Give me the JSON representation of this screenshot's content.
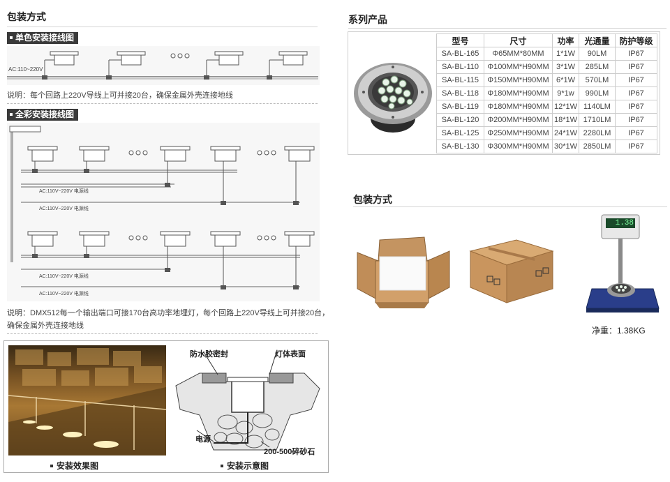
{
  "left": {
    "packing_title": "包装方式",
    "mono_heading": "单色安装接线图",
    "mono_ac_label": "AC:110~220V",
    "mono_note": "说明：每个回路上220V导线上可并接20台，确保金属外壳连接地线",
    "full_heading": "全彩安装接线图",
    "full_ac_label_1": "AC:110V~220V 电源线",
    "full_ac_label_2": "AC:110V~220V 电源线",
    "full_ac_label_3": "AC:110V~220V 电源线",
    "full_ac_label_4": "AC:110V~220V 电源线",
    "full_note_line1": "说明：DMX512每一个输出端口可接170台高功率地埋灯，每个回路上220V导线上可并接20台，",
    "full_note_line2": "确保金属外壳连接地线"
  },
  "install": {
    "effect_caption": "安装效果图",
    "diagram_caption": "安装示意图",
    "label_seal": "防水胶密封",
    "label_surface": "灯体表面",
    "label_power": "电源",
    "label_gravel": "200-500碎砂石"
  },
  "products": {
    "title": "系列产品",
    "headers": [
      "型号",
      "尺寸",
      "功率",
      "光通量",
      "防护等级"
    ],
    "rows": [
      [
        "SA-BL-165",
        "Φ65MM*80MM",
        "1*1W",
        "90LM",
        "IP67"
      ],
      [
        "SA-BL-110",
        "Φ100MM*H90MM",
        "3*1W",
        "285LM",
        "IP67"
      ],
      [
        "SA-BL-115",
        "Φ150MM*H90MM",
        "6*1W",
        "570LM",
        "IP67"
      ],
      [
        "SA-BL-118",
        "Φ180MM*H90MM",
        "9*1w",
        "990LM",
        "IP67"
      ],
      [
        "SA-BL-119",
        "Φ180MM*H90MM",
        "12*1W",
        "1140LM",
        "IP67"
      ],
      [
        "SA-BL-120",
        "Φ200MM*H90MM",
        "18*1W",
        "1710LM",
        "IP67"
      ],
      [
        "SA-BL-125",
        "Φ250MM*H90MM",
        "24*1W",
        "2280LM",
        "IP67"
      ],
      [
        "SA-BL-130",
        "Φ300MM*H90MM",
        "30*1W",
        "2850LM",
        "IP67"
      ]
    ]
  },
  "packing": {
    "title": "包装方式",
    "scale_display": "1.38",
    "net_weight": "净重：1.38KG"
  }
}
